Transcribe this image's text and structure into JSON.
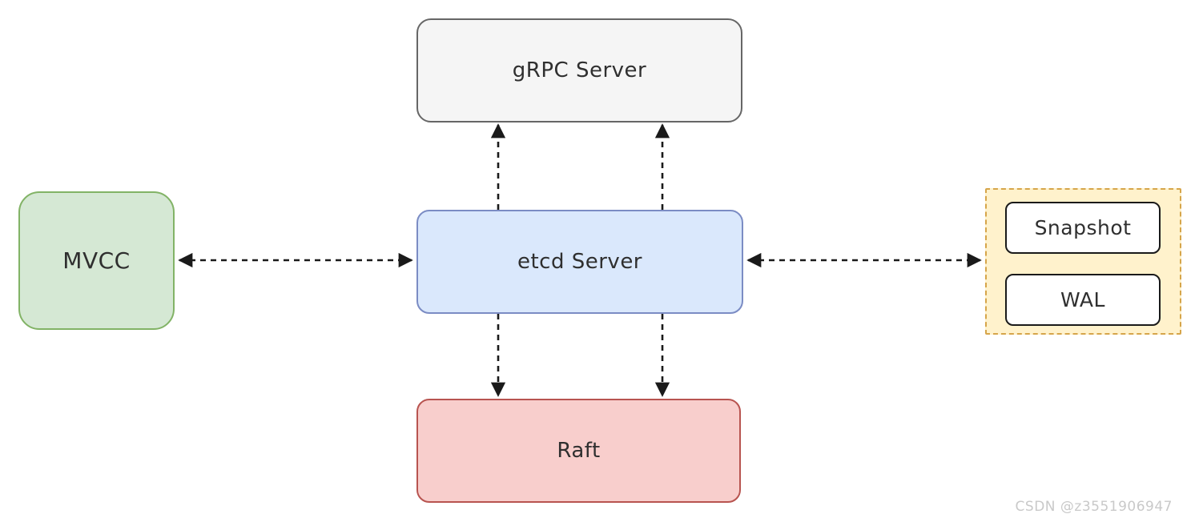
{
  "diagram": {
    "type": "architecture-diagram",
    "subject": "etcd server architecture",
    "nodes": {
      "grpc": {
        "label": "gRPC Server",
        "fill": "#f5f5f5",
        "border": "#666666"
      },
      "etcd": {
        "label": "etcd Server",
        "fill": "#dae8fc",
        "border": "#7b8cc4"
      },
      "mvcc": {
        "label": "MVCC",
        "fill": "#d5e8d4",
        "border": "#82b366"
      },
      "raft": {
        "label": "Raft",
        "fill": "#f8cecc",
        "border": "#b85450"
      },
      "storage": {
        "label": "",
        "fill": "#fff2cc",
        "border": "#d6a54a"
      },
      "snapshot": {
        "label": "Snapshot",
        "fill": "#ffffff",
        "border": "#1a1a1a"
      },
      "wal": {
        "label": "WAL",
        "fill": "#ffffff",
        "border": "#1a1a1a"
      }
    },
    "edges": [
      {
        "from": "etcd Server",
        "to": "gRPC Server",
        "style": "dashed",
        "direction": "to",
        "lines": 2
      },
      {
        "from": "etcd Server",
        "to": "Raft",
        "style": "dashed",
        "direction": "to",
        "lines": 2
      },
      {
        "from": "MVCC",
        "to": "etcd Server",
        "style": "dashed",
        "direction": "both",
        "lines": 1
      },
      {
        "from": "etcd Server",
        "to": "storage (Snapshot / WAL)",
        "style": "dashed",
        "direction": "both",
        "lines": 1
      }
    ],
    "edge_color": "#1a1a1a",
    "background": "#ffffff",
    "watermark": "CSDN @z3551906947"
  }
}
